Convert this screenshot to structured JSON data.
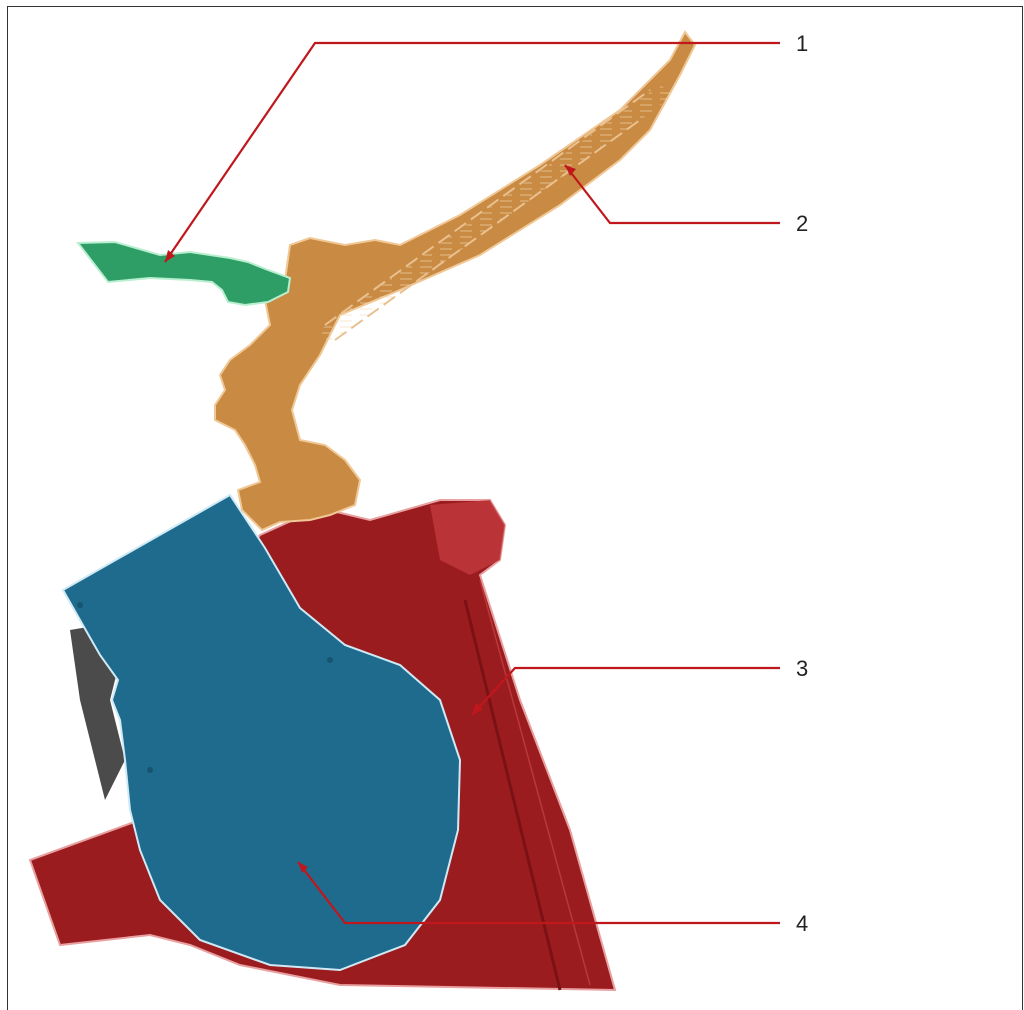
{
  "diagram": {
    "parts": [
      {
        "label": "1",
        "name": "green-part",
        "color": "#2e9e66"
      },
      {
        "label": "2",
        "name": "orange-arm",
        "color": "#c98a43"
      },
      {
        "label": "3",
        "name": "red-housing",
        "color": "#9b1c1f"
      },
      {
        "label": "4",
        "name": "blue-cover",
        "color": "#1f6b8e"
      }
    ],
    "leader_color": "#c0171c"
  }
}
